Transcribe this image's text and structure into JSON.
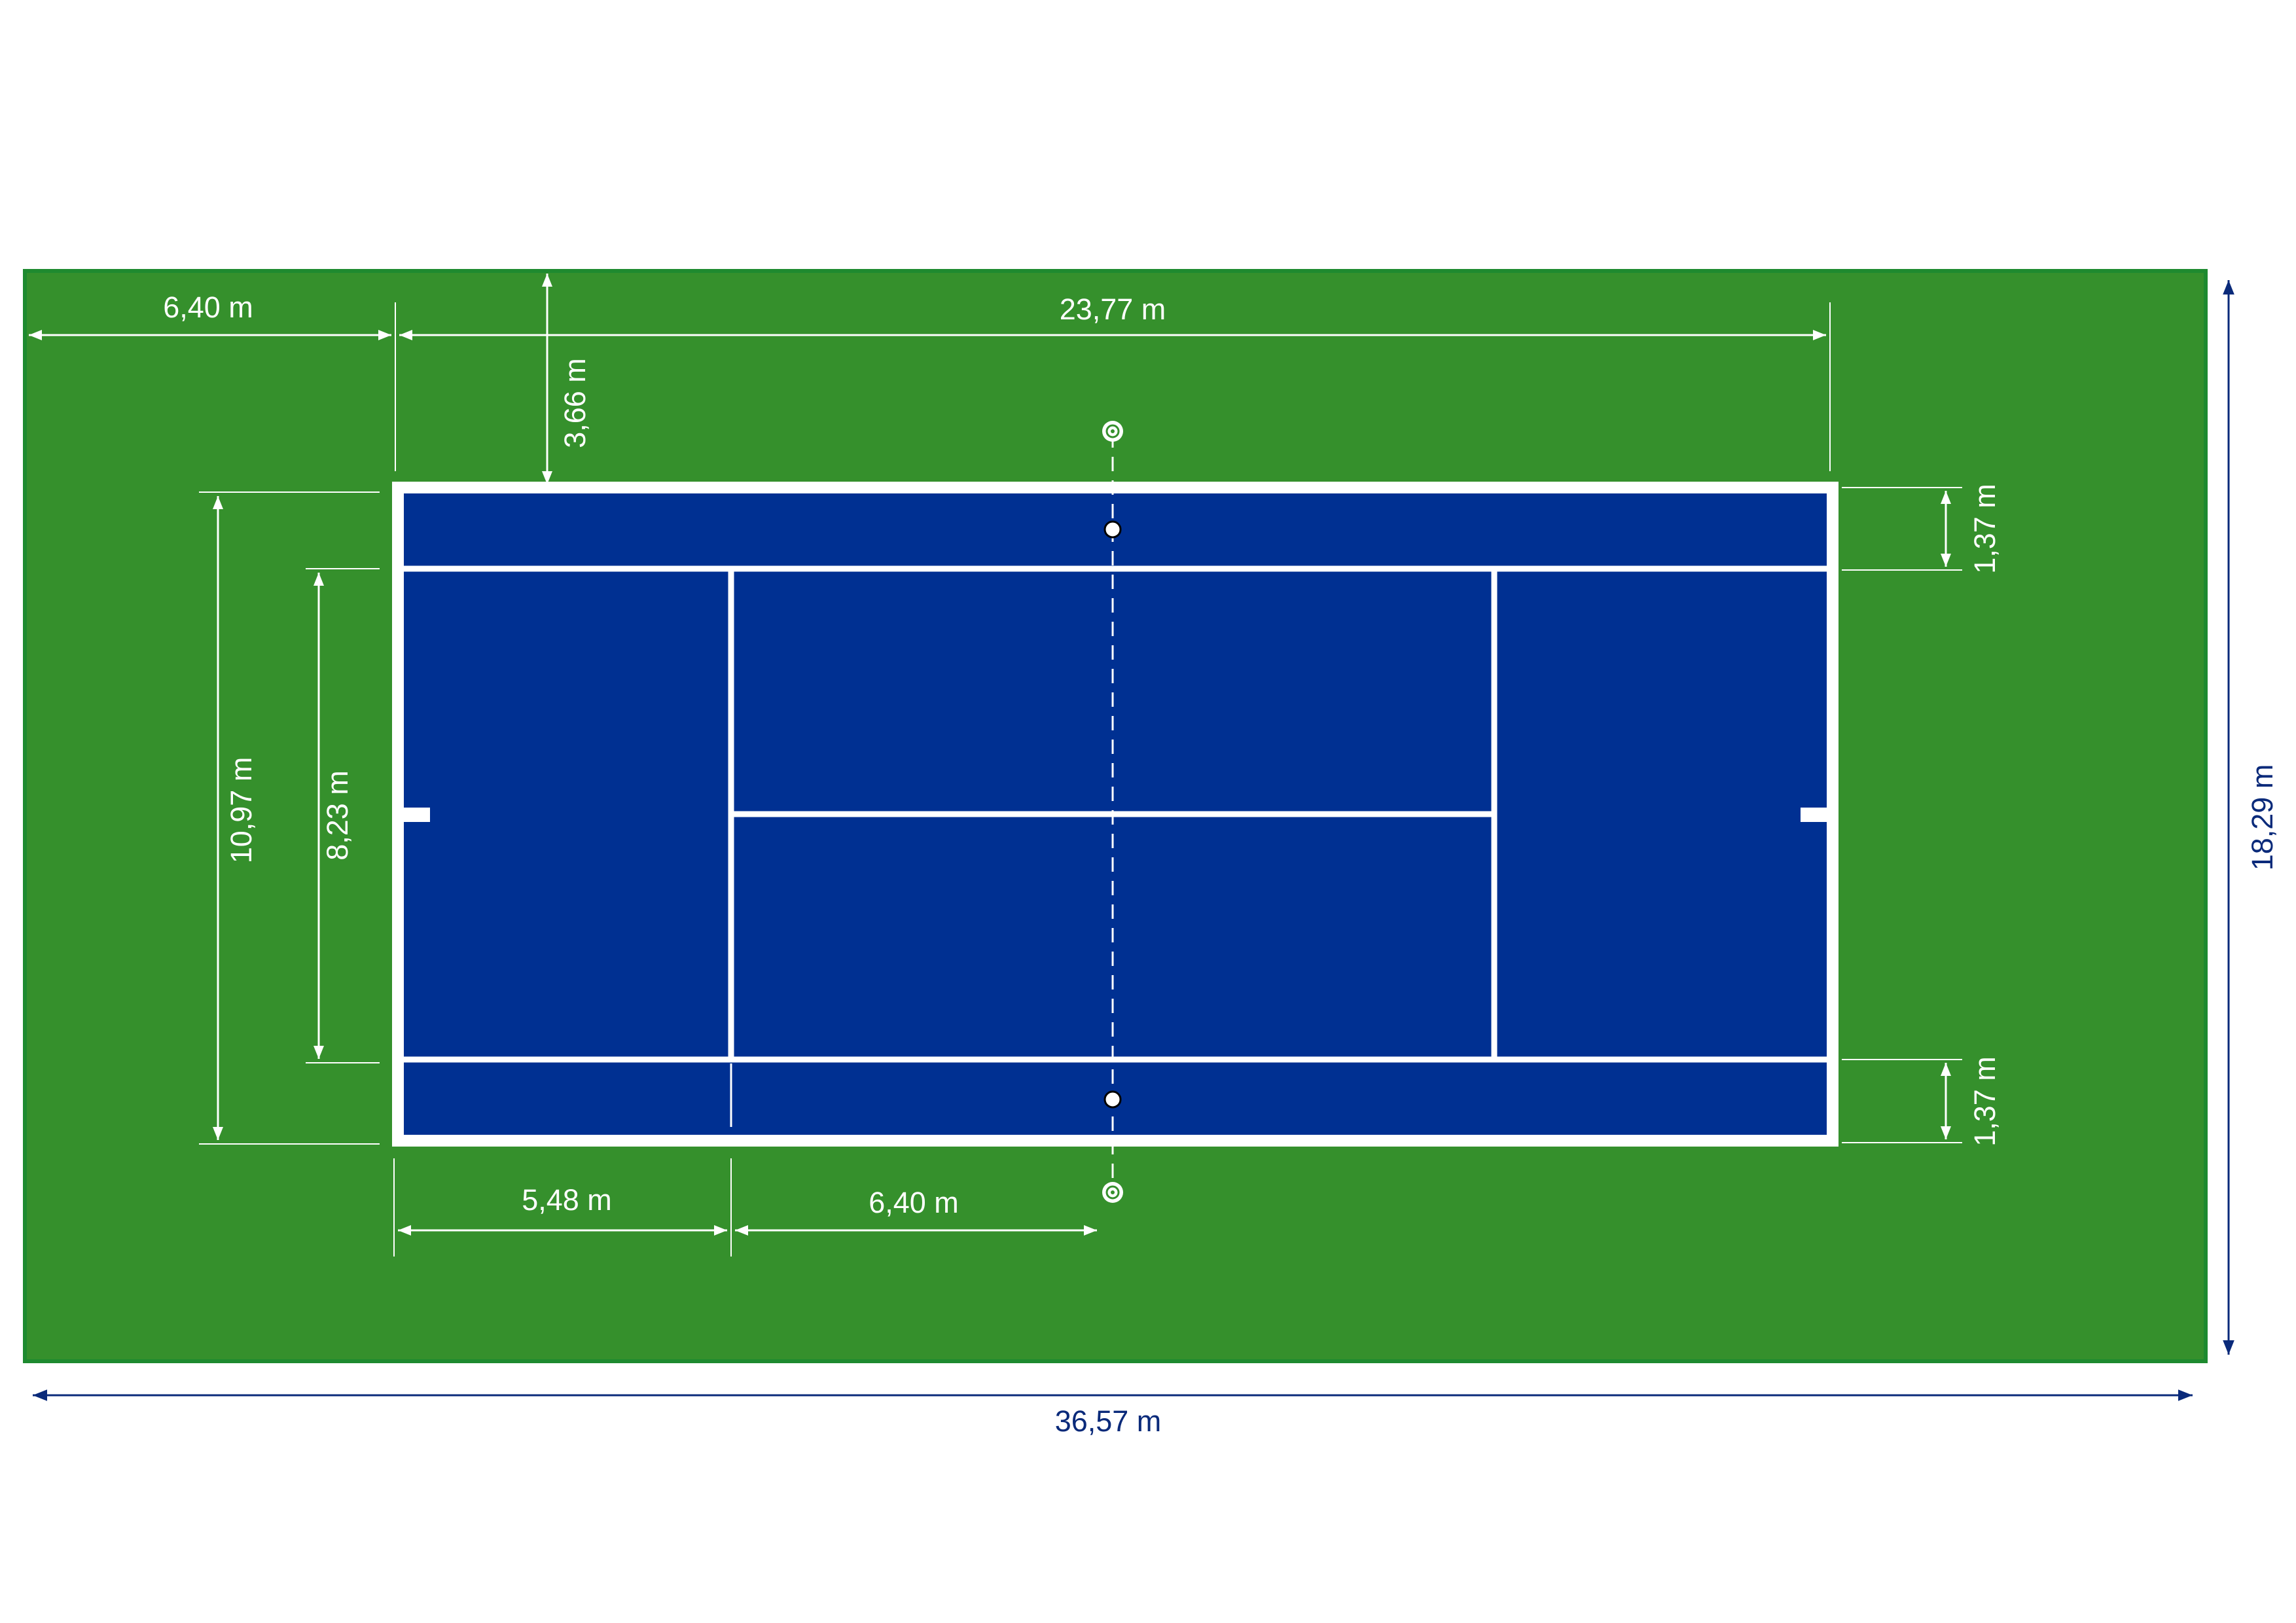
{
  "colors": {
    "surround": "#35902c",
    "surround_border": "#1e8a2f",
    "court": "#003092",
    "lines": "#ffffff",
    "outer_dimension": "#0a2a7a"
  },
  "dimensions": {
    "back_runoff": "6,40 m",
    "court_length": "23,77 m",
    "side_runoff": "3,66 m",
    "doubles_width": "10,97 m",
    "singles_width": "8,23 m",
    "alley_top": "1,37 m",
    "alley_bottom": "1,37 m",
    "baseline_to_service_line": "5,48 m",
    "service_line_to_net": "6,40 m",
    "total_length": "36,57 m",
    "total_width": "18,29 m"
  }
}
